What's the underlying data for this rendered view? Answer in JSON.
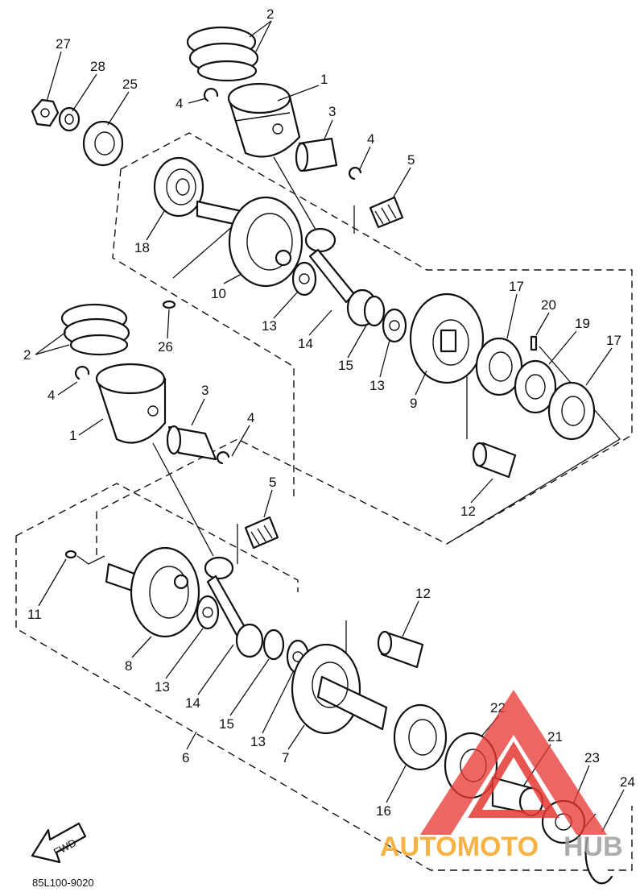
{
  "diagram": {
    "code": "85L100-9020",
    "fwd_label": "FWD",
    "labels": {
      "2_top": "2",
      "1_top": "1",
      "4_top": "4",
      "27": "27",
      "28": "28",
      "25": "25",
      "3_top": "3",
      "4_mid": "4",
      "5_top": "5",
      "18": "18",
      "10": "10",
      "13_a": "13",
      "14_a": "14",
      "15_a": "15",
      "13_b": "13",
      "9": "9",
      "17_a": "17",
      "20": "20",
      "19": "19",
      "17_b": "17",
      "26": "26",
      "2_left": "2",
      "4_left": "4",
      "1_left": "1",
      "3_left": "3",
      "4_left2": "4",
      "12_a": "12",
      "5_low": "5",
      "11": "11",
      "12_b": "12",
      "8": "8",
      "13_c": "13",
      "14_b": "14",
      "15_b": "15",
      "13_d": "13",
      "7": "7",
      "22": "22",
      "21": "21",
      "23": "23",
      "24": "24",
      "16": "16",
      "6": "6"
    }
  },
  "watermark": {
    "text_left": "AUTOMOTO",
    "text_right": "HUB",
    "color_main": "#e53935",
    "color_orange": "#f5a623",
    "color_gray": "#9e9e9e"
  }
}
